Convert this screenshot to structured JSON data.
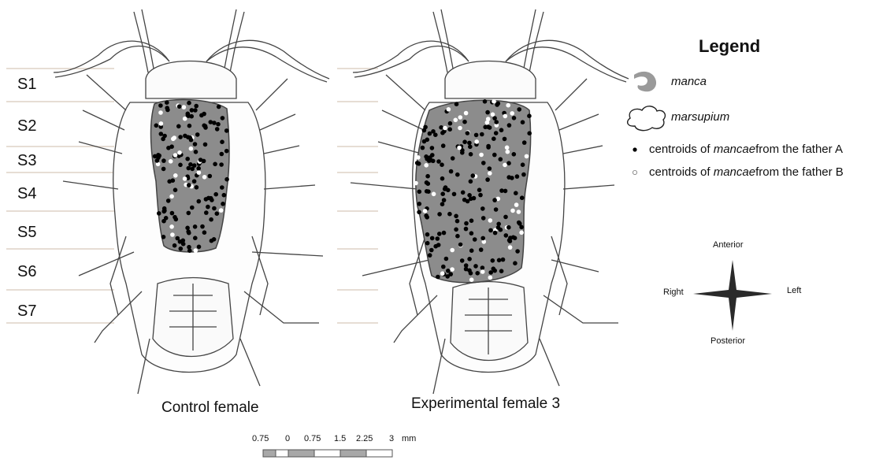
{
  "segments": [
    "S1",
    "S2",
    "S3",
    "S4",
    "S5",
    "S6",
    "S7"
  ],
  "figures": [
    {
      "caption": "Control female"
    },
    {
      "caption": "Experimental female 3"
    }
  ],
  "legend": {
    "title": "Legend",
    "manca_label": "manca",
    "marsupium_label": "marsupium",
    "father_a": {
      "prefix": "centroids of ",
      "italic": "mancae",
      "suffix": " from the father A",
      "color": "#000000"
    },
    "father_b": {
      "prefix": "centroids of ",
      "italic": "mancae",
      "suffix": " from the father B",
      "color": "#ffffff"
    }
  },
  "compass": {
    "anterior": "Anterior",
    "posterior": "Posterior",
    "right": "Right",
    "left": "Left"
  },
  "scale_bar": {
    "ticks": [
      "0.75",
      "0",
      "0.75",
      "1.5",
      "2.25",
      "3"
    ],
    "unit": "mm"
  },
  "colors": {
    "marsupium_fill": "#8c8c8c",
    "outline": "#555555",
    "manca_icon": "#9a9a9a"
  }
}
